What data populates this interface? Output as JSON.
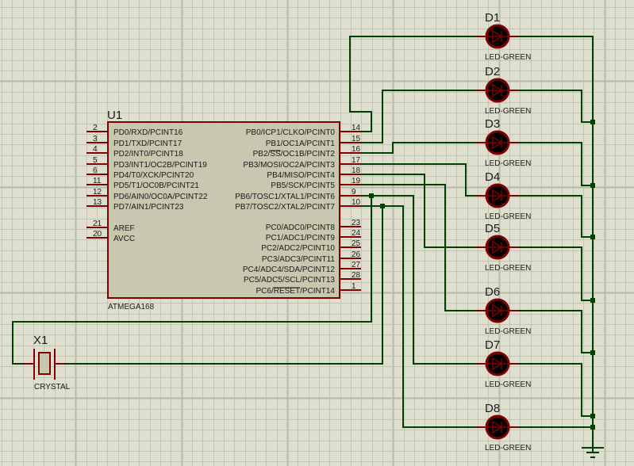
{
  "colors": {
    "background": "#dfdfd0",
    "grid_minor": "#c4c4b6",
    "grid_major": "#b8b8aa",
    "wire": "#004000",
    "pin": "#800000",
    "chip_body": "#c8c8b0",
    "led_fill": "#000000",
    "led_outline": "#800000"
  },
  "chip": {
    "refdes": "U1",
    "part": "ATMEGA168",
    "left_pins": [
      {
        "num": "2",
        "name": "PD0/RXD/PCINT16"
      },
      {
        "num": "3",
        "name": "PD1/TXD/PCINT17"
      },
      {
        "num": "4",
        "name": "PD2/INT0/PCINT18"
      },
      {
        "num": "5",
        "name": "PD3/INT1/OC2B/PCINT19"
      },
      {
        "num": "6",
        "name": "PD4/T0/XCK/PCINT20"
      },
      {
        "num": "11",
        "name": "PD5/T1/OC0B/PCINT21"
      },
      {
        "num": "12",
        "name": "PD6/AIN0/OC0A/PCINT22"
      },
      {
        "num": "13",
        "name": "PD7/AIN1/PCINT23"
      },
      {
        "num": "21",
        "name": "AREF"
      },
      {
        "num": "20",
        "name": "AVCC"
      }
    ],
    "right_pins": [
      {
        "num": "14",
        "name": "PB0/ICP1/CLKO/PCINT0"
      },
      {
        "num": "15",
        "name": "PB1/OC1A/PCINT1"
      },
      {
        "num": "16",
        "name": "PB2/SS/OC1B/PCINT2"
      },
      {
        "num": "17",
        "name": "PB3/MOSI/OC2A/PCINT3"
      },
      {
        "num": "18",
        "name": "PB4/MISO/PCINT4"
      },
      {
        "num": "19",
        "name": "PB5/SCK/PCINT5"
      },
      {
        "num": "9",
        "name": "PB6/TOSC1/XTAL1/PCINT6"
      },
      {
        "num": "10",
        "name": "PB7/TOSC2/XTAL2/PCINT7"
      },
      {
        "num": "23",
        "name": "PC0/ADC0/PCINT8"
      },
      {
        "num": "24",
        "name": "PC1/ADC1/PCINT9"
      },
      {
        "num": "25",
        "name": "PC2/ADC2/PCINT10"
      },
      {
        "num": "26",
        "name": "PC3/ADC3/PCINT11"
      },
      {
        "num": "27",
        "name": "PC4/ADC4/SDA/PCINT12"
      },
      {
        "num": "28",
        "name": "PC5/ADC5/SCL/PCINT13"
      },
      {
        "num": "1",
        "name": "PC6/RESET/PCINT14"
      }
    ]
  },
  "crystal": {
    "refdes": "X1",
    "part": "CRYSTAL"
  },
  "leds": [
    {
      "refdes": "D1",
      "part": "LED-GREEN"
    },
    {
      "refdes": "D2",
      "part": "LED-GREEN"
    },
    {
      "refdes": "D3",
      "part": "LED-GREEN"
    },
    {
      "refdes": "D4",
      "part": "LED-GREEN"
    },
    {
      "refdes": "D5",
      "part": "LED-GREEN"
    },
    {
      "refdes": "D6",
      "part": "LED-GREEN"
    },
    {
      "refdes": "D7",
      "part": "LED-GREEN"
    },
    {
      "refdes": "D8",
      "part": "LED-GREEN"
    }
  ],
  "ground": {
    "symbol": "ground-icon"
  }
}
